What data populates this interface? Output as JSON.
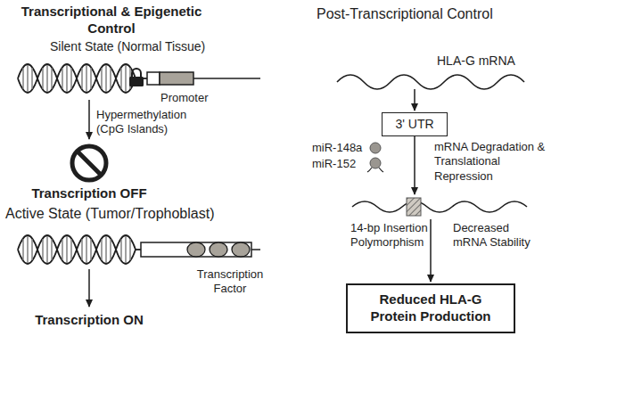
{
  "diagram": {
    "nodes": [
      {
        "text": [
          "3' UTR"
        ]
      },
      {
        "text": [
          "Reduced HLA-G Protein Production"
        ]
      }
    ],
    "labels": [
      "Transcriptional & Epigenetic Control",
      "Silent State (Normal Tissue)",
      "Promoter",
      "Hypermethylation (CpG Islands)",
      "Transcription OFF",
      "Active State (Tumor/Trophoblast)",
      "Transcription Factor",
      "Transcription ON",
      "Post-Transcriptional Control",
      "HLA-G mRNA",
      "miR-148a",
      "miR-152",
      "mRNA Degradation & Translational Repression",
      "14-bp Insertion Polymorphism",
      "Decreased mRNA Stability"
    ]
  }
}
